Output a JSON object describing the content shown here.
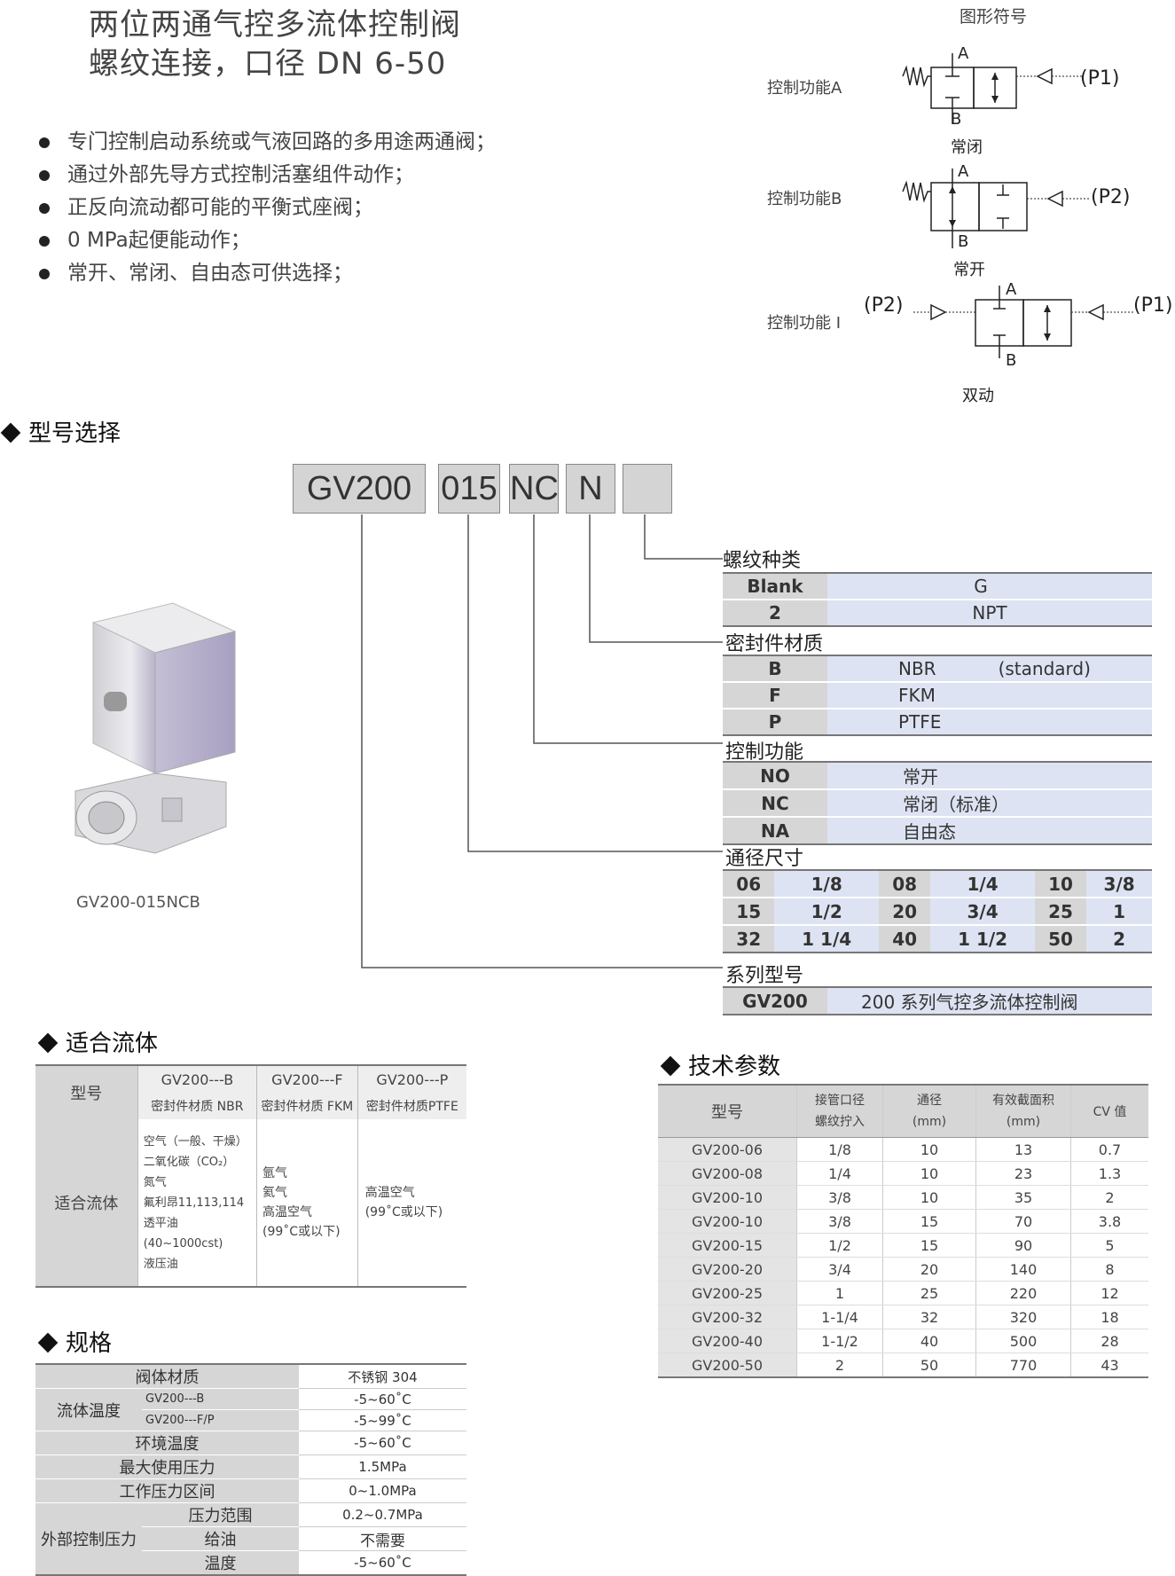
{
  "header": {
    "title_line1": "两位两通气控多流体控制阀",
    "title_line2": "螺纹连接，口径 DN 6-50",
    "bullets": [
      "专门控制启动系统或气液回路的多用途两通阀；",
      "通过外部先导方式控制活塞组件动作；",
      "正反向流动都可能的平衡式座阀；",
      "0 MPa起便能动作；",
      "常开、常闭、自由态可供选择；"
    ]
  },
  "symbols": {
    "title": "图形符号",
    "a": {
      "label": "控制功能A",
      "state": "常闭",
      "port_top": "A",
      "port_bottom": "B",
      "pilot": "(P1)"
    },
    "b": {
      "label": "控制功能B",
      "state": "常开",
      "port_top": "A",
      "port_bottom": "B",
      "pilot": "(P2)"
    },
    "i": {
      "label": "控制功能 I",
      "state": "双动",
      "port_top": "A",
      "port_bottom": "B",
      "pilot_left": "(P2)",
      "pilot_right": "(P1)"
    }
  },
  "model_selection": {
    "heading": "型号选择",
    "boxes": [
      "GV200",
      "015",
      "NC",
      "N",
      ""
    ],
    "thread": {
      "title": "螺纹种类",
      "rows": [
        [
          "Blank",
          "G"
        ],
        [
          "2",
          "NPT"
        ]
      ]
    },
    "seal": {
      "title": "密封件材质",
      "rows": [
        [
          "B",
          "NBR",
          "(standard)"
        ],
        [
          "F",
          "FKM",
          ""
        ],
        [
          "P",
          "PTFE",
          ""
        ]
      ]
    },
    "control": {
      "title": "控制功能",
      "rows": [
        [
          "NO",
          "常开"
        ],
        [
          "NC",
          "常闭（标准）"
        ],
        [
          "NA",
          "自由态"
        ]
      ]
    },
    "size": {
      "title": "通径尺寸",
      "rows": [
        [
          "06",
          "1/8",
          "08",
          "1/4",
          "10",
          "3/8"
        ],
        [
          "15",
          "1/2",
          "20",
          "3/4",
          "25",
          "1"
        ],
        [
          "32",
          "1 1/4",
          "40",
          "1 1/2",
          "50",
          "2"
        ]
      ]
    },
    "series": {
      "title": "系列型号",
      "key": "GV200",
      "value": "200  系列气控多流体控制阀"
    },
    "product_caption": "GV200-015NCB"
  },
  "fluid": {
    "heading": "适合流体",
    "col_model": "型号",
    "row_label": "适合流体",
    "columns": [
      {
        "name": "GV200---B",
        "sub": "密封件材质 NBR",
        "items": [
          "空气（一般、干燥）",
          "二氧化碳（CO₂）",
          "氮气",
          "氟利昂11,113,114",
          "透平油 (40~1000cst)",
          "液压油"
        ]
      },
      {
        "name": "GV200---F",
        "sub": "密封件材质 FKM",
        "items": [
          "氩气",
          "氦气",
          "高温空气",
          "(99˚C或以下)"
        ]
      },
      {
        "name": "GV200---P",
        "sub": "密封件材质PTFE",
        "items": [
          "高温空气",
          "(99˚C或以下)"
        ]
      }
    ]
  },
  "spec": {
    "heading": "规格",
    "body_material": {
      "label": "阀体材质",
      "value": "不锈钢 304"
    },
    "fluid_temp": {
      "label": "流体温度",
      "rows": [
        [
          "GV200---B",
          "-5~60˚C"
        ],
        [
          "GV200---F/P",
          "-5~99˚C"
        ]
      ]
    },
    "ambient_temp": {
      "label": "环境温度",
      "value": "-5~60˚C"
    },
    "max_pressure": {
      "label": "最大使用压力",
      "value": "1.5MPa"
    },
    "working_range": {
      "label": "工作压力区间",
      "value": "0~1.0MPa"
    },
    "external_pilot": {
      "label": "外部控制压力",
      "rows": [
        [
          "压力范围",
          "0.2~0.7MPa"
        ],
        [
          "给油",
          "不需要"
        ],
        [
          "温度",
          "-5~60˚C"
        ]
      ]
    }
  },
  "tech": {
    "heading": "技术参数",
    "headers": [
      "型号",
      "接管口径\n螺纹拧入",
      "通径\n(mm)",
      "有效截面积\n(mm)",
      "CV 值"
    ],
    "rows": [
      [
        "GV200-06",
        "1/8",
        "10",
        "13",
        "0.7"
      ],
      [
        "GV200-08",
        "1/4",
        "10",
        "23",
        "1.3"
      ],
      [
        "GV200-10",
        "3/8",
        "10",
        "35",
        "2"
      ],
      [
        "GV200-10",
        "3/8",
        "15",
        "70",
        "3.8"
      ],
      [
        "GV200-15",
        "1/2",
        "15",
        "90",
        "5"
      ],
      [
        "GV200-20",
        "3/4",
        "20",
        "140",
        "8"
      ],
      [
        "GV200-25",
        "1",
        "25",
        "220",
        "12"
      ],
      [
        "GV200-32",
        "1-1/4",
        "32",
        "320",
        "18"
      ],
      [
        "GV200-40",
        "1-1/2",
        "40",
        "500",
        "28"
      ],
      [
        "GV200-50",
        "2",
        "50",
        "770",
        "43"
      ]
    ]
  }
}
